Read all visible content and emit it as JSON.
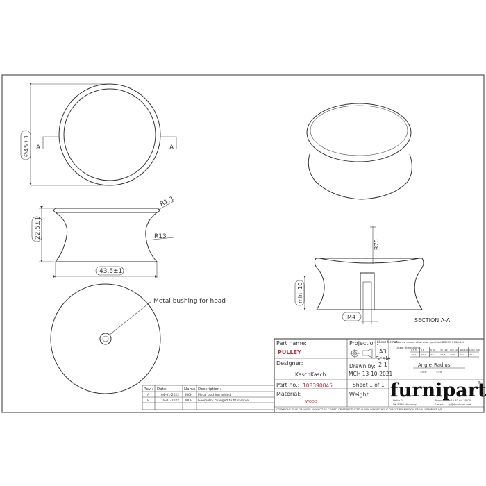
{
  "dimensions": {
    "diameter": "Ø45±1",
    "height": "22.5±1",
    "width": "43.5±1",
    "rim_radius": "R1.3",
    "side_radius": "R13",
    "section_radius": "R70",
    "hole_depth": "min. 10",
    "thread": "M4",
    "section_marker": "A"
  },
  "annotations": {
    "bushing_note": "Metal bushing for head",
    "section_label": "SECTION A-A"
  },
  "revisions": {
    "headers": [
      "Rev.:",
      "Date:",
      "Name:",
      "Description:"
    ],
    "rows": [
      [
        "A",
        "04-01-2022",
        "MCH",
        "Metal bushing added"
      ],
      [
        "B",
        "19-01-2022",
        "MCH",
        "Geometry changed to fit sample"
      ]
    ]
  },
  "title_block": {
    "part_name_label": "Part name:",
    "part_name": "PULLEY",
    "projection_label": "Projection:",
    "sheet_format_label": "Sheet format:",
    "sheet_format": "A3",
    "scale_label": "Scale:",
    "scale": "2:1",
    "designer_label": "Designer:",
    "designer": "KaschKasch",
    "drawn_by_label": "Drawn by:",
    "drawn_by": "MCH 13-10-2021",
    "part_no_label": "Part no.:",
    "part_no": "103390045",
    "sheet": "Sheet 1 of 1",
    "material_label": "Material:",
    "material": "WOOD",
    "weight_label": "Weight:",
    "tolerance_note": "Tolerance unless otherwise specified DS/ISO 2768-1M",
    "linear_label": "Linear dimensions:",
    "tolerance_ranges": [
      "0.5 3",
      "3 6",
      "6 30",
      "30 120",
      "120 400",
      "400 1000",
      "1000 2000"
    ],
    "tolerance_values": [
      "±0.1",
      "±0.1",
      "±0.2",
      "±0.3",
      "±0.5",
      "±0.8",
      "±1.2"
    ],
    "angle_label": "Angle",
    "radius_label": "Radius",
    "angle_value": "±0.5°",
    "radius_value": "±1%",
    "copyright": "COPYRIGHT: THIS DRAWING MAY NOT BE COPIED OR REPRODUCED IN ANY WAY WITHOUT DIRECT PERMISSION FROM FURNIPART A/S"
  },
  "company": {
    "logo": "furnipart",
    "address_1": "Delta 2",
    "address_2": "DK-8382 Hinnerup",
    "phone_label": "Phone:",
    "phone": "+45 87 64 35 00",
    "email_label": "E-mail:",
    "email": "fp@furnipart.com"
  }
}
